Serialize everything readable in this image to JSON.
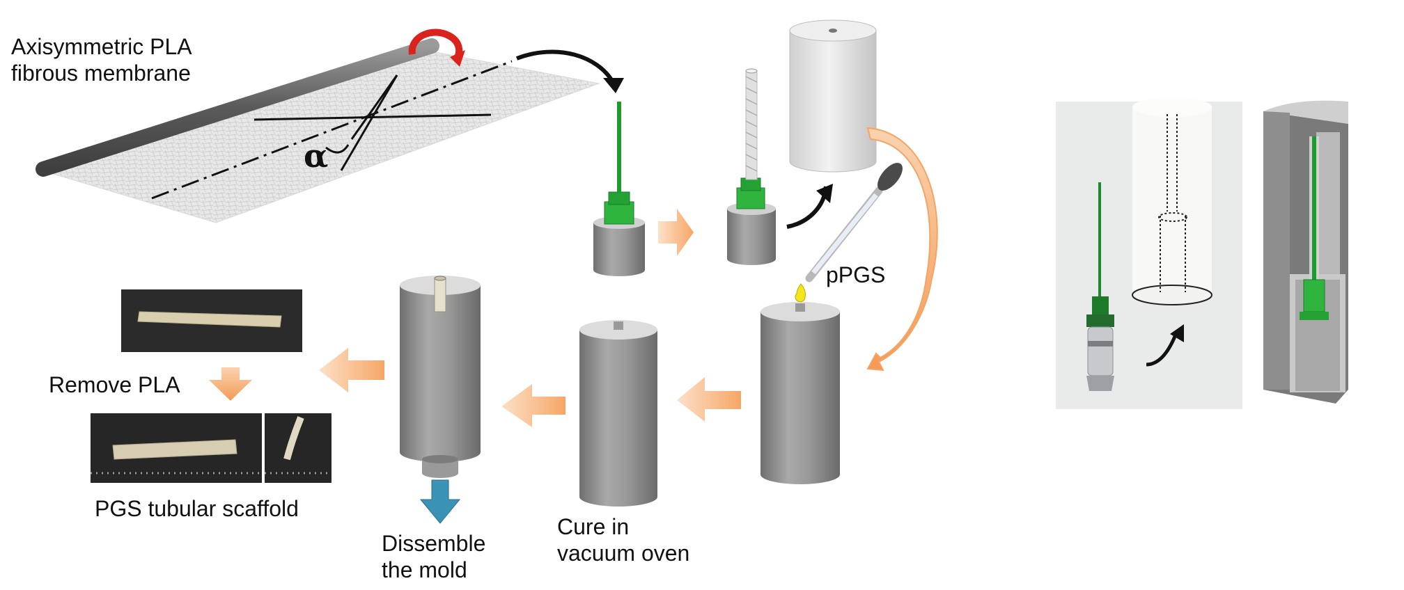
{
  "labels": {
    "membrane_line1": "Axisymmetric PLA",
    "membrane_line2": "fibrous membrane",
    "alpha": "α",
    "ppgs": "pPGS",
    "remove_pla": "Remove PLA",
    "pgs_scaffold": "PGS tubular scaffold",
    "dissemble_line1": "Dissemble",
    "dissemble_line2": "the mold",
    "cure_line1": "Cure in",
    "cure_line2": "vacuum oven"
  },
  "colors": {
    "needle_green": "#1f9a2e",
    "hub_green": "#2fb53e",
    "mold_grey": "#8c8c8c",
    "mold_light": "#d8d8d8",
    "orange_arrow": "#f7b27a",
    "blue_arrow": "#3a93b5",
    "red_rotation": "#d9231c",
    "drop_yellow": "#f3e61b"
  },
  "icons": [
    "rotation-arrow-icon",
    "curved-arrow-icon",
    "block-arrow-icon",
    "dropper-icon"
  ]
}
